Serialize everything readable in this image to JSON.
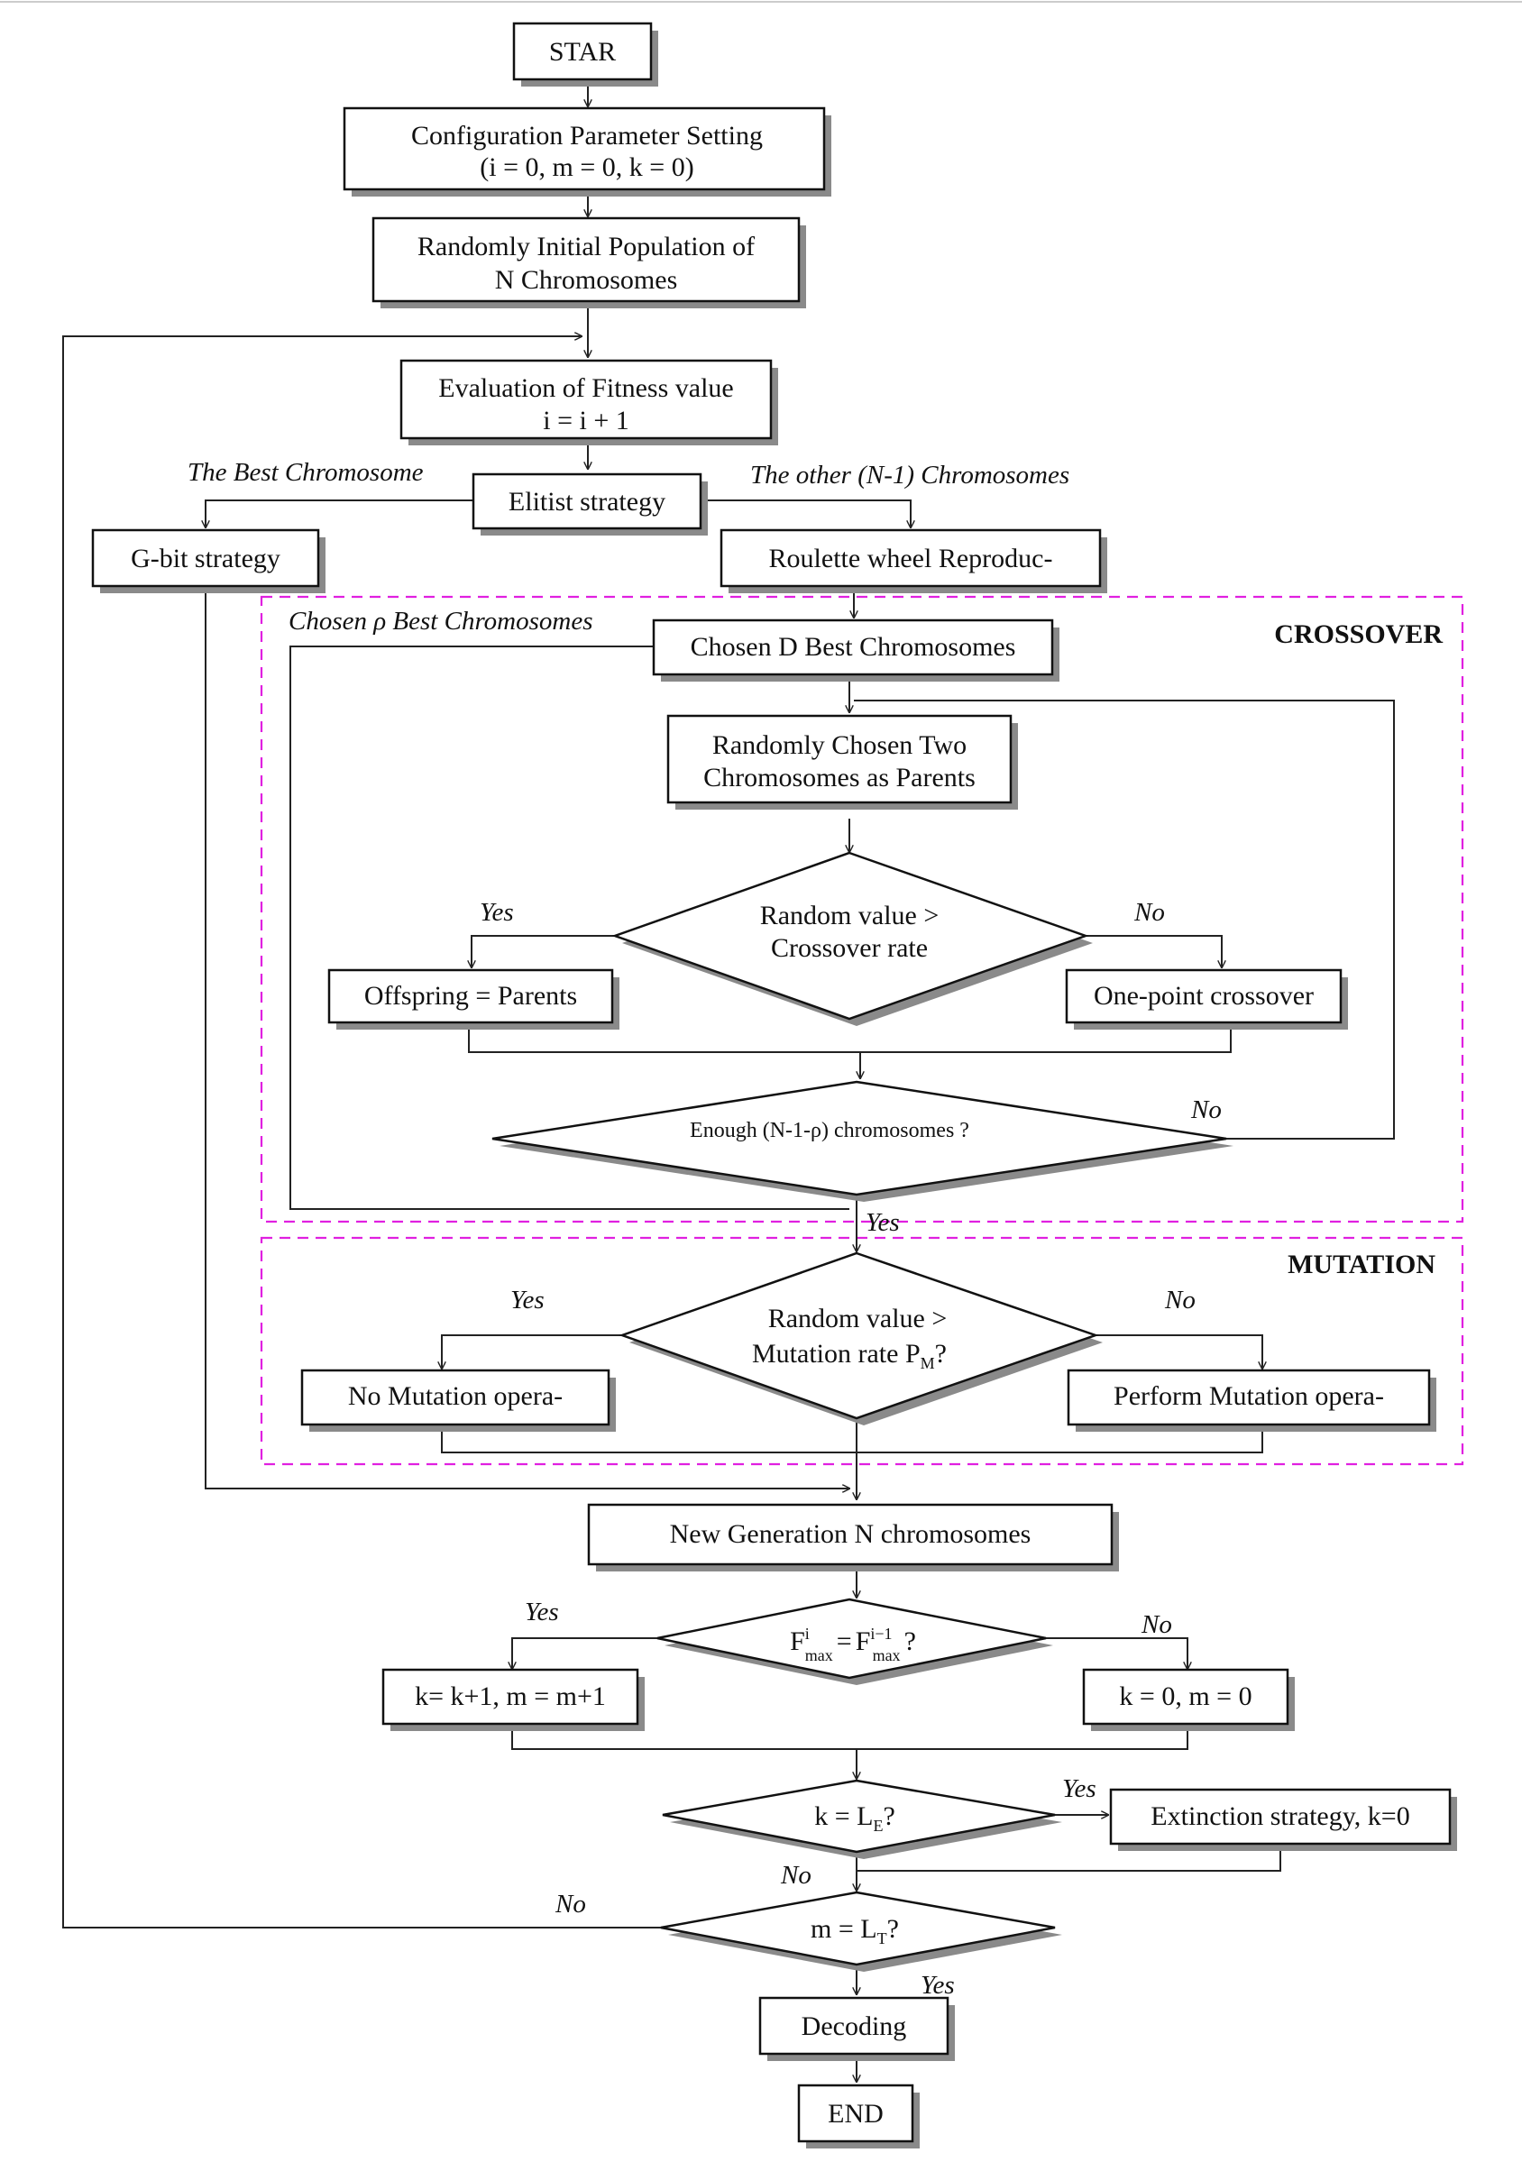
{
  "boxes": {
    "start": "STAR",
    "config_line1": "Configuration Parameter Setting",
    "config_line2": "(i = 0, m = 0, k = 0)",
    "init_line1": "Randomly Initial Population of",
    "init_line2": "N Chromosomes",
    "eval_line1": "Evaluation of Fitness value",
    "eval_line2": "i = i + 1",
    "elitist": "Elitist strategy",
    "gbit": "G-bit strategy",
    "roulette": "Roulette wheel Reproduc-",
    "chosen": "Chosen D Best Chromosomes",
    "parents_line1": "Randomly Chosen Two",
    "parents_line2": "Chromosomes as Parents",
    "offspring": "Offspring = Parents",
    "onepoint": "One-point crossover",
    "no_mutation": "No Mutation opera-",
    "perform_mutation": "Perform Mutation opera-",
    "new_generation": "New Generation N chromosomes",
    "k_inc": "k= k+1, m = m+1",
    "k_reset": "k = 0, m = 0",
    "extinction": "Extinction strategy, k=0",
    "decoding": "Decoding",
    "end": "END"
  },
  "diamonds": {
    "crossover_line1": "Random value >",
    "crossover_line2": "Crossover rate",
    "enough": "Enough (N-1-ρ) chromosomes ?",
    "mutation_line1": "Random value >",
    "mutation_line2": "Mutation rate P",
    "mutation_sub": "M",
    "mutation_tail": "?",
    "fmax_f1": "F",
    "fmax_sup1": "i",
    "fmax_sub1": "max",
    "fmax_eq": "=",
    "fmax_f2": "F",
    "fmax_sup2": "i−1",
    "fmax_sub2": "max",
    "fmax_tail": "?",
    "kle_pre": "k = L",
    "kle_sub": "E",
    "kle_tail": "?",
    "mlt_pre": "m = L",
    "mlt_sub": "T",
    "mlt_tail": "?"
  },
  "labels": {
    "best_chromosome": "The Best Chromosome",
    "other_chromosomes": "The other (N-1) Chromosomes",
    "chosen_best": "Chosen ρ Best Chromosomes",
    "yes": "Yes",
    "no": "No"
  },
  "regions": {
    "crossover": "CROSSOVER",
    "mutation": "MUTATION"
  },
  "colors": {
    "region_border": "#e020e0",
    "box_shadow": "#8a8a8a"
  }
}
